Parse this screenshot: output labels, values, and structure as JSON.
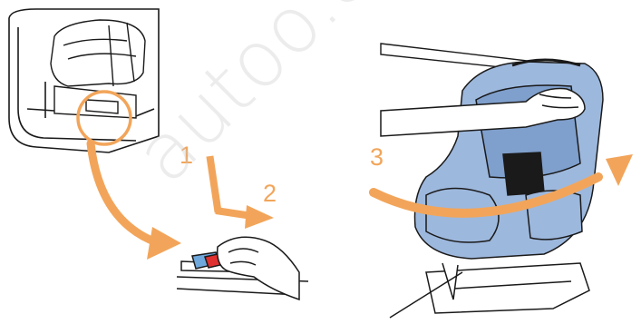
{
  "steps": {
    "one": "1",
    "two": "2",
    "three": "3"
  },
  "watermark": {
    "text": "autoo.com.ua"
  },
  "colors": {
    "accent": "#f2a55a",
    "seat_fill": "#9db8dd",
    "seat_shade": "#7f9fcc",
    "outline": "#1a1a1a",
    "lever": "#e03030",
    "lever_blue": "#6fa8dc"
  }
}
